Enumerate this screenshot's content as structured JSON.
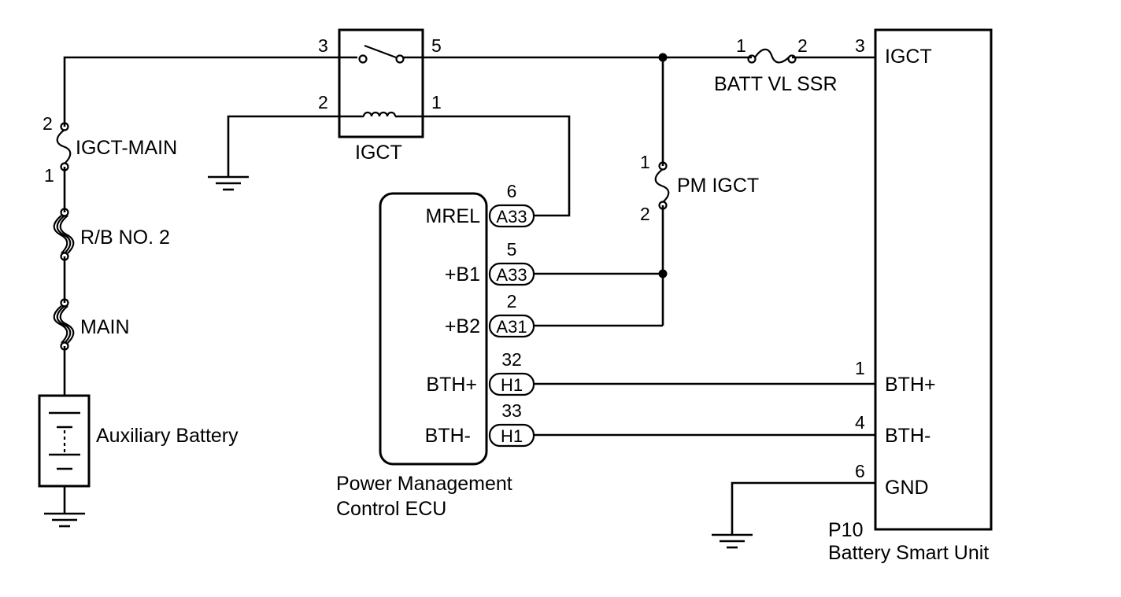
{
  "components": {
    "igct_relay": {
      "label": "IGCT",
      "pins": {
        "switch_in": "3",
        "switch_out": "5",
        "coil_a": "2",
        "coil_b": "1"
      }
    },
    "batt_vl_ssr": {
      "label": "BATT VL SSR",
      "pins": {
        "a": "1",
        "b": "2"
      }
    },
    "igct_main": {
      "label": "IGCT-MAIN",
      "pins": {
        "top": "2",
        "bottom": "1"
      }
    },
    "rb_no2": {
      "label": "R/B NO. 2"
    },
    "main_fuse": {
      "label": "MAIN"
    },
    "aux_battery": {
      "label": "Auxiliary Battery"
    },
    "pm_igct": {
      "label": "PM IGCT",
      "pins": {
        "top": "1",
        "bottom": "2"
      }
    },
    "pm_ecu": {
      "label_line1": "Power Management",
      "label_line2": "Control ECU",
      "terminals": [
        {
          "name": "MREL",
          "connector": "A33",
          "pin": "6"
        },
        {
          "name": "+B1",
          "connector": "A33",
          "pin": "5"
        },
        {
          "name": "+B2",
          "connector": "A31",
          "pin": "2"
        },
        {
          "name": "BTH+",
          "connector": "H1",
          "pin": "32"
        },
        {
          "name": "BTH-",
          "connector": "H1",
          "pin": "33"
        }
      ]
    },
    "battery_smart_unit": {
      "code": "P10",
      "label": "Battery Smart Unit",
      "terminals": [
        {
          "name": "IGCT",
          "pin": "3"
        },
        {
          "name": "BTH+",
          "pin": "1"
        },
        {
          "name": "BTH-",
          "pin": "4"
        },
        {
          "name": "GND",
          "pin": "6"
        }
      ]
    }
  }
}
